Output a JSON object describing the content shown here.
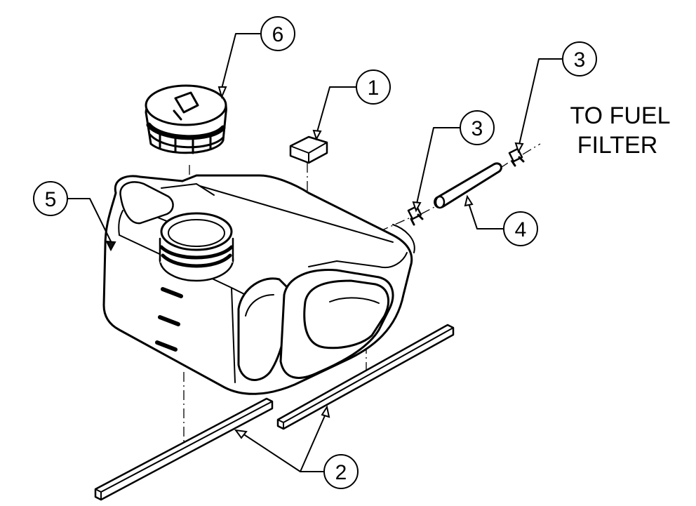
{
  "callouts": [
    {
      "id": "1",
      "label": "1"
    },
    {
      "id": "2",
      "label": "2"
    },
    {
      "id": "3a",
      "label": "3"
    },
    {
      "id": "3b",
      "label": "3"
    },
    {
      "id": "4",
      "label": "4"
    },
    {
      "id": "5",
      "label": "5"
    },
    {
      "id": "6",
      "label": "6"
    }
  ],
  "note": {
    "line1": "TO FUEL",
    "line2": "FILTER"
  },
  "colors": {
    "ink": "#000000",
    "paper": "#ffffff",
    "tank_fill": "#ffffff",
    "shade": "#111111"
  }
}
